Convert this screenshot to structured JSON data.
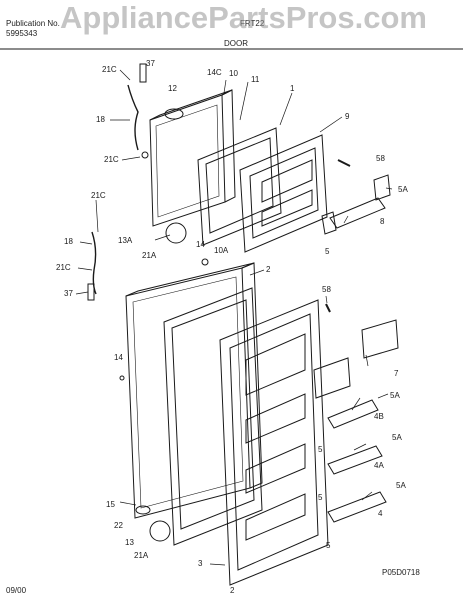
{
  "header": {
    "publication_label": "Publication No.",
    "publication_number": "5995343",
    "model": "FRT22",
    "section_title": "DOOR"
  },
  "watermark": "AppliancePartsPros.com",
  "footer": {
    "date": "09/00",
    "page": "2",
    "diagram_code": "P05D0718"
  },
  "callouts": {
    "c21c_top": "21C",
    "c37_top": "37",
    "c12": "12",
    "c14c": "14C",
    "c10": "10",
    "c11": "11",
    "c1": "1",
    "c9": "9",
    "c18_top": "18",
    "c21c_mid": "21C",
    "c58_top": "58",
    "c5a_1": "5A",
    "c8": "8",
    "c21c_left": "21C",
    "c18_left": "18",
    "c13a_top": "13A",
    "c14_mid": "14",
    "c10a": "10A",
    "c21a_top": "21A",
    "c5_top": "5",
    "c21c_low": "21C",
    "c37_low": "37",
    "c2_top": "2",
    "c58_low": "58",
    "c14_left": "14",
    "c7": "7",
    "c5a_2": "5A",
    "c4b": "4B",
    "c5a_3": "5A",
    "c4a": "4A",
    "c5a_4": "5A",
    "c5_mid1": "5",
    "c5_mid2": "5",
    "c4": "4",
    "c5_bot": "5",
    "c15": "15",
    "c22": "22",
    "c13": "13",
    "c21a_bot": "21A",
    "c3": "3"
  },
  "colors": {
    "line": "#1a1a1a",
    "watermark": "#969696"
  }
}
